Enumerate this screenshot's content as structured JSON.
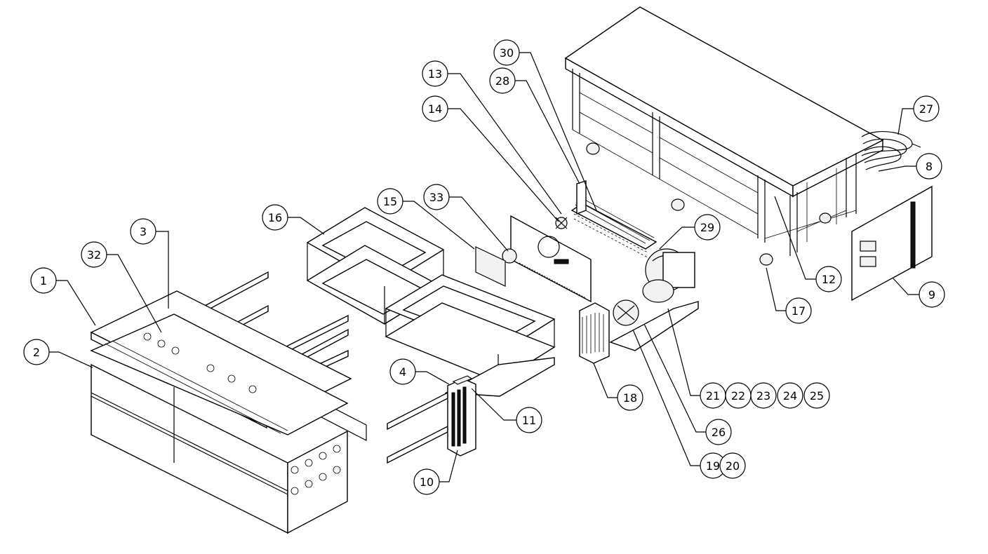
{
  "callouts": [
    {
      "label": "1"
    },
    {
      "label": "2"
    },
    {
      "label": "3"
    },
    {
      "label": "32"
    },
    {
      "label": "16"
    },
    {
      "label": "15"
    },
    {
      "label": "33"
    },
    {
      "label": "4"
    },
    {
      "label": "11"
    },
    {
      "label": "10"
    },
    {
      "label": "13"
    },
    {
      "label": "14"
    },
    {
      "label": "30"
    },
    {
      "label": "28"
    },
    {
      "label": "29"
    },
    {
      "label": "18"
    },
    {
      "label": "21"
    },
    {
      "label": "22"
    },
    {
      "label": "23"
    },
    {
      "label": "24"
    },
    {
      "label": "25"
    },
    {
      "label": "26"
    },
    {
      "label": "19"
    },
    {
      "label": "20"
    },
    {
      "label": "27"
    },
    {
      "label": "8"
    },
    {
      "label": "12"
    },
    {
      "label": "17"
    },
    {
      "label": "9"
    }
  ]
}
